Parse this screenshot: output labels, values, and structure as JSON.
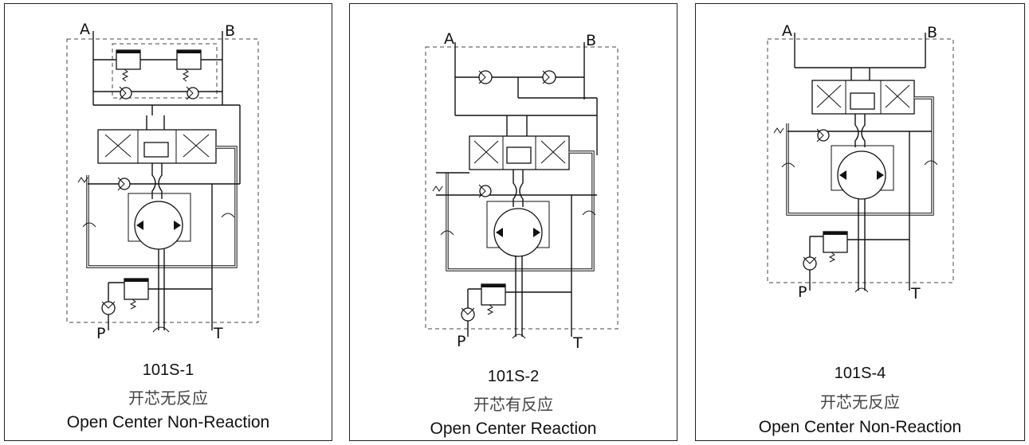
{
  "panels": [
    {
      "model": "101S-1",
      "name_cn": "开芯无反应",
      "name_en": "Open Center Non-Reaction",
      "ports": {
        "a": "A",
        "b": "B",
        "p": "P",
        "t": "T"
      }
    },
    {
      "model": "101S-2",
      "name_cn": "开芯有反应",
      "name_en": "Open Center Reaction",
      "ports": {
        "a": "A",
        "b": "B",
        "p": "P",
        "t": "T"
      }
    },
    {
      "model": "101S-4",
      "name_cn": "开芯无反应",
      "name_en": "Open Center Non-Reaction",
      "ports": {
        "a": "A",
        "b": "B",
        "p": "P",
        "t": "T"
      }
    }
  ]
}
